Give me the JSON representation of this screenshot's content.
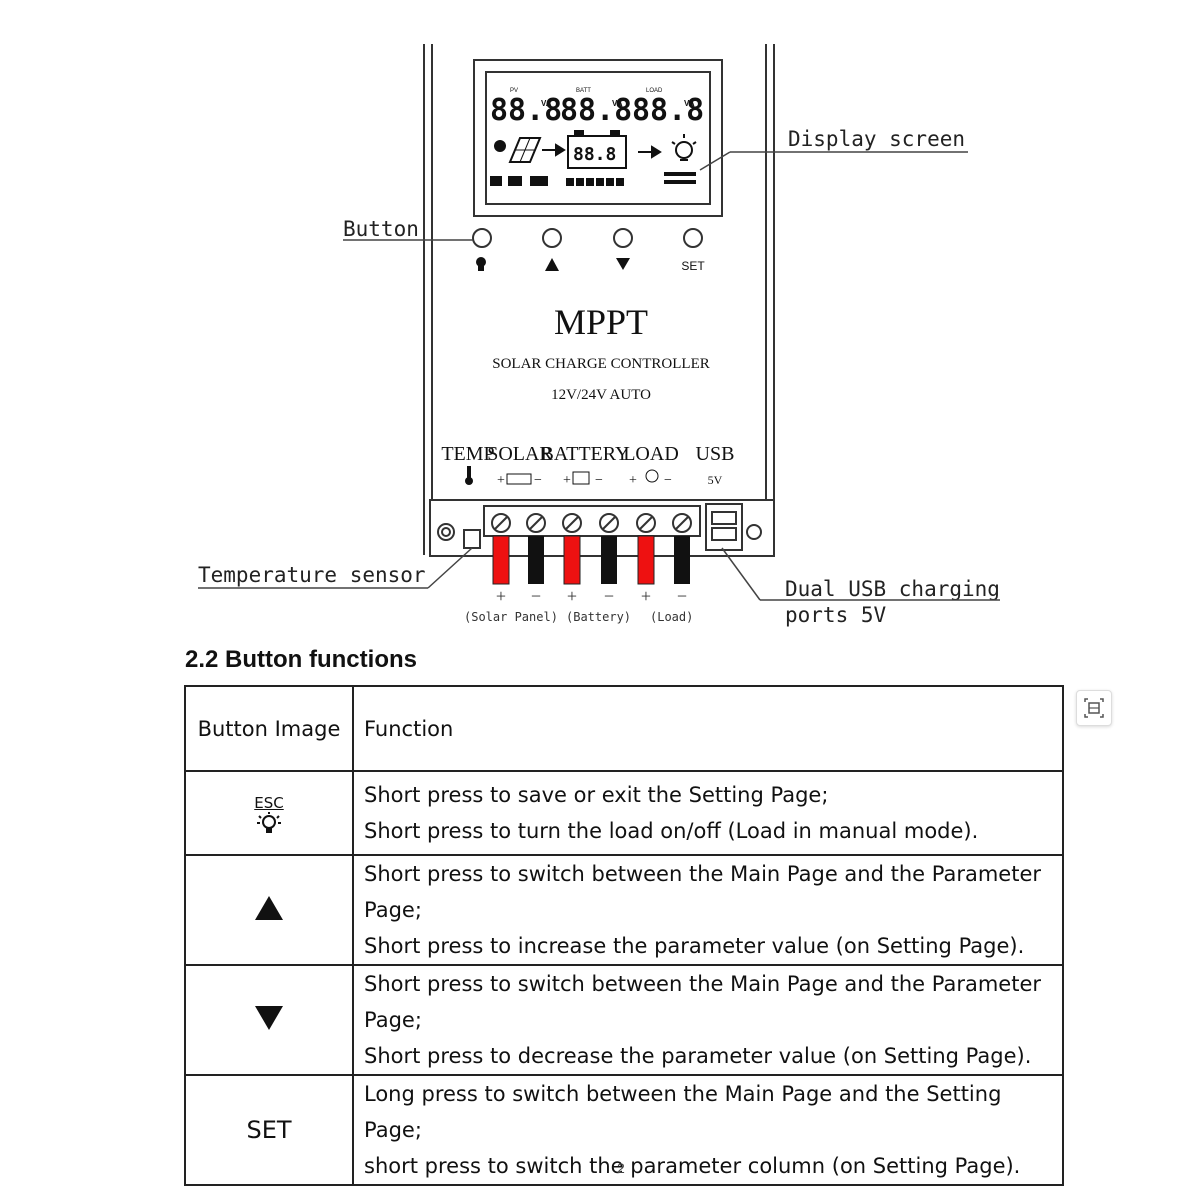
{
  "diagram": {
    "callouts": {
      "display": "Display screen",
      "button": "Button",
      "temp_sensor": "Temperature sensor",
      "usb_line1": "Dual USB charging",
      "usb_line2": "ports 5V"
    },
    "device": {
      "title": "MPPT",
      "subtitle": "SOLAR CHARGE CONTROLLER",
      "voltage": "12V/24V AUTO",
      "lcd_digits": "88.8",
      "lcd_unit": "VA",
      "lcd_pv": "PV",
      "lcd_batt": "BATT",
      "lcd_load": "LOAD",
      "button_set_label": "SET",
      "ports": [
        "TEMP",
        "SOLAR",
        "BATTERY",
        "LOAD",
        "USB"
      ],
      "usb_sub": "5V"
    },
    "terminal_labels": [
      "(Solar Panel)",
      "(Battery)",
      "(Load)"
    ],
    "polarity": [
      "+",
      "−",
      "+",
      "−",
      "+",
      "−"
    ]
  },
  "section": {
    "title": "2.2 Button functions"
  },
  "table": {
    "headers": [
      "Button Image",
      "Function"
    ],
    "rows": [
      {
        "image_text": "ESC",
        "icon": "bulb-icon",
        "lines": [
          "Short press to save or exit the Setting Page;",
          "Short press to turn the load on/off (Load in manual mode)."
        ]
      },
      {
        "icon": "up-triangle-icon",
        "lines": [
          "Short press to switch between the Main Page and the Parameter Page;",
          "Short press to increase the parameter value (on Setting Page)."
        ]
      },
      {
        "icon": "down-triangle-icon",
        "lines": [
          "Short press to switch between the Main Page and the Parameter Page;",
          "Short press to decrease the parameter value (on Setting Page)."
        ]
      },
      {
        "image_text": "SET",
        "lines": [
          "Long press to switch between the Main Page and the Setting Page;",
          "short press to switch the parameter column (on Setting Page)."
        ]
      }
    ]
  },
  "footer": {
    "page_mark": "2"
  }
}
